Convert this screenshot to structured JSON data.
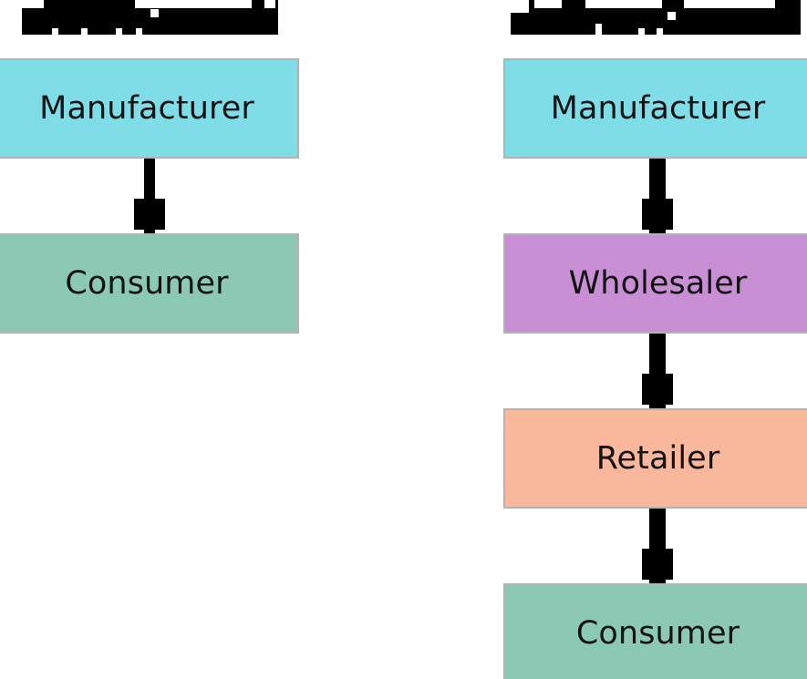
{
  "diagram": {
    "type": "flowchart",
    "orientation": "vertical",
    "description": "Two side-by-side supply chain distribution channel flowcharts",
    "background_color": "#ffffff",
    "node_border_color": "#b3b3b3",
    "arrow_color": "#000000",
    "text_color": "#131313"
  },
  "columns": [
    {
      "id": "left-channel",
      "title": {
        "text": "",
        "redacted": true,
        "redaction_color": "#000000"
      },
      "nodes": [
        {
          "label": "Manufacturer",
          "color": "#7fdde8"
        },
        {
          "label": "Consumer",
          "color": "#8bc9b4"
        }
      ],
      "arrows": [
        {
          "from": "Manufacturer",
          "to": "Consumer"
        }
      ]
    },
    {
      "id": "right-channel",
      "title": {
        "text": "",
        "redacted": true,
        "redaction_color": "#000000"
      },
      "nodes": [
        {
          "label": "Manufacturer",
          "color": "#7fdde8"
        },
        {
          "label": "Wholesaler",
          "color": "#c88fd4"
        },
        {
          "label": "Retailer",
          "color": "#f9b79c"
        },
        {
          "label": "Consumer",
          "color": "#8bc9b4"
        }
      ],
      "arrows": [
        {
          "from": "Manufacturer",
          "to": "Wholesaler"
        },
        {
          "from": "Wholesaler",
          "to": "Retailer"
        },
        {
          "from": "Retailer",
          "to": "Consumer"
        }
      ]
    }
  ]
}
